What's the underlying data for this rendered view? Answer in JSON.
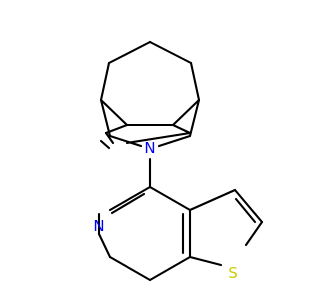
{
  "molecule": {
    "atoms": [
      {
        "id": "N_amine",
        "symbol": "N",
        "color": "#0000ff"
      },
      {
        "id": "N_ring",
        "symbol": "N",
        "color": "#0000ff"
      },
      {
        "id": "S",
        "symbol": "S",
        "color": "#cccc00"
      }
    ],
    "colors": {
      "bond": "#000000",
      "background": "#ffffff"
    }
  }
}
